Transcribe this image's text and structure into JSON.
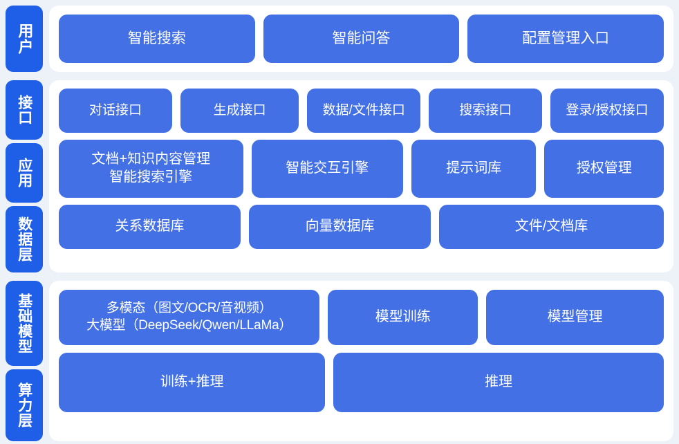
{
  "meta": {
    "colors": {
      "page_background": "#edf1f8",
      "panel_background": "#ffffff",
      "side_label_blue": "#1f5fe8",
      "box_blue": "#4370e4",
      "text_white": "#ffffff"
    }
  },
  "bands": {
    "user": {
      "side_labels": [
        {
          "text": "用户"
        }
      ],
      "rows": [
        {
          "name": "user-entries",
          "boxes": [
            {
              "label": "智能搜索"
            },
            {
              "label": "智能问答"
            },
            {
              "label": "配置管理入口"
            }
          ]
        }
      ]
    },
    "middle": {
      "side_labels": [
        {
          "text": "接口"
        },
        {
          "text": "应用"
        },
        {
          "text": "数据层"
        }
      ],
      "rows": [
        {
          "name": "interface-row",
          "boxes": [
            {
              "label": "对话接口"
            },
            {
              "label": "生成接口"
            },
            {
              "label": "数据/文件接口"
            },
            {
              "label": "搜索接口"
            },
            {
              "label": "登录/授权接口"
            }
          ]
        },
        {
          "name": "application-row",
          "boxes": [
            {
              "label": "文档+知识内容管理\n智能搜索引擎"
            },
            {
              "label": "智能交互引擎"
            },
            {
              "label": "提示词库"
            },
            {
              "label": "授权管理"
            }
          ]
        },
        {
          "name": "data-row",
          "boxes": [
            {
              "label": "关系数据库"
            },
            {
              "label": "向量数据库"
            },
            {
              "label": "文件/文档库"
            }
          ]
        }
      ]
    },
    "base": {
      "side_labels": [
        {
          "text": "基础模型"
        },
        {
          "text": "算力层"
        }
      ],
      "rows": [
        {
          "name": "model-row",
          "boxes": [
            {
              "label": "多模态（图文/OCR/音视频）\n大模型（DeepSeek/Qwen/LLaMa）"
            },
            {
              "label": "模型训练"
            },
            {
              "label": "模型管理"
            }
          ]
        },
        {
          "name": "compute-row",
          "boxes": [
            {
              "label": "训练+推理"
            },
            {
              "label": "推理"
            }
          ]
        }
      ]
    }
  }
}
